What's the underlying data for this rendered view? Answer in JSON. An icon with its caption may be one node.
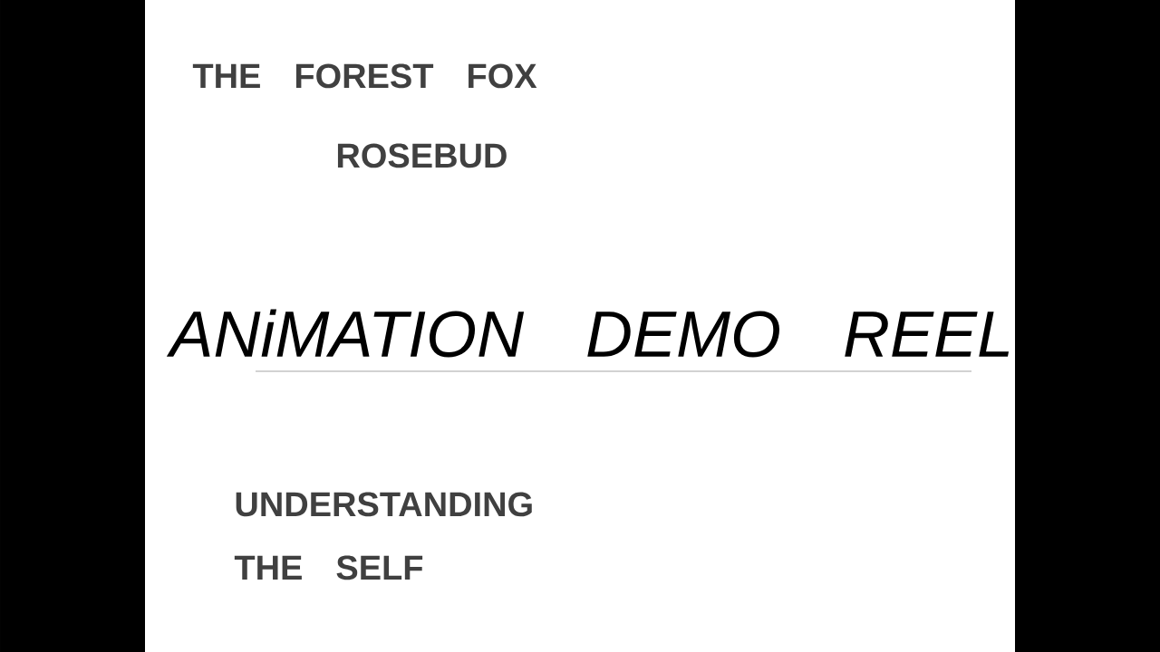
{
  "diagram": {
    "title": "ANiMATION DEMO REEL",
    "labels": [
      "THE FOREST FOX",
      "ROSEBUD",
      "UNDERSTANDING THE SELF"
    ]
  }
}
